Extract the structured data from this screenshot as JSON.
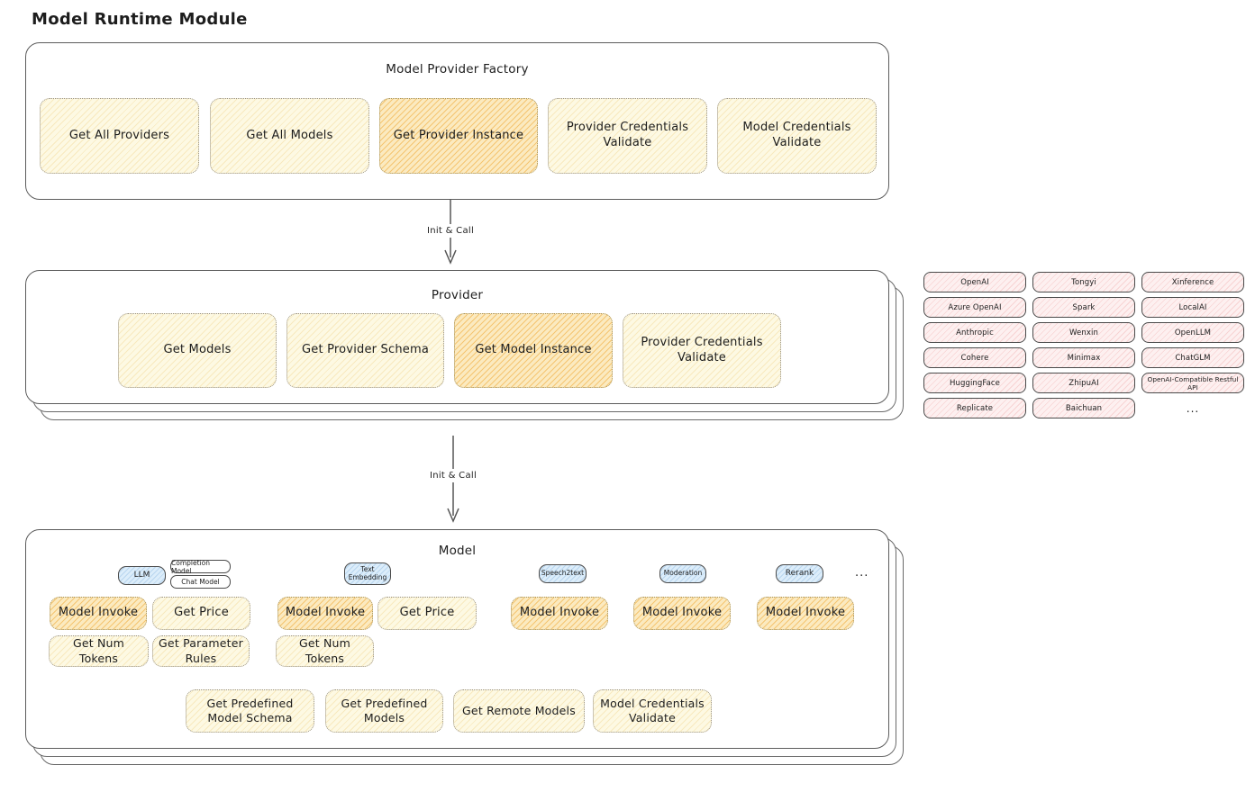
{
  "page": {
    "title": "Model Runtime Module"
  },
  "factory": {
    "title": "Model Provider Factory",
    "items": [
      {
        "label": "Get All Providers"
      },
      {
        "label": "Get All Models"
      },
      {
        "label": "Get Provider Instance"
      },
      {
        "label": "Provider Credentials Validate"
      },
      {
        "label": "Model Credentials Validate"
      }
    ]
  },
  "arrows": {
    "init_call_1": "Init & Call",
    "init_call_2": "Init & Call"
  },
  "provider": {
    "title": "Provider",
    "items": [
      {
        "label": "Get Models"
      },
      {
        "label": "Get Provider Schema"
      },
      {
        "label": "Get Model Instance"
      },
      {
        "label": "Provider Credentials Validate"
      }
    ]
  },
  "provider_list": {
    "items": [
      "OpenAI",
      "Tongyi",
      "Xinference",
      "Azure OpenAI",
      "Spark",
      "LocalAI",
      "Anthropic",
      "Wenxin",
      "OpenLLM",
      "Cohere",
      "Minimax",
      "ChatGLM",
      "HuggingFace",
      "ZhipuAI",
      "OpenAI-Compatible Restful API",
      "Replicate",
      "Baichuan"
    ],
    "more": "..."
  },
  "model": {
    "title": "Model",
    "tabs": [
      {
        "label": "LLM"
      },
      {
        "label": "Text Embedding"
      },
      {
        "label": "Speech2text"
      },
      {
        "label": "Moderation"
      },
      {
        "label": "Rerank"
      }
    ],
    "llm_subtabs": [
      {
        "label": "Completion Model"
      },
      {
        "label": "Chat Model"
      }
    ],
    "tabs_more": "...",
    "capabilities": {
      "model_invoke": "Model Invoke",
      "get_price": "Get Price",
      "get_num_tokens": "Get Num Tokens",
      "get_parameter_rules": "Get Parameter Rules"
    },
    "bottom": [
      {
        "label": "Get Predefined Model Schema"
      },
      {
        "label": "Get Predefined Models"
      },
      {
        "label": "Get Remote Models"
      },
      {
        "label": "Model Credentials Validate"
      }
    ]
  },
  "colors": {
    "yellow_fill": "#fdf9e3",
    "orange_highlight": "#fbeac0",
    "pink_fill": "#fdf0f0",
    "blue_fill": "#dcedfa",
    "stroke_dark": "#4a4a4a"
  }
}
